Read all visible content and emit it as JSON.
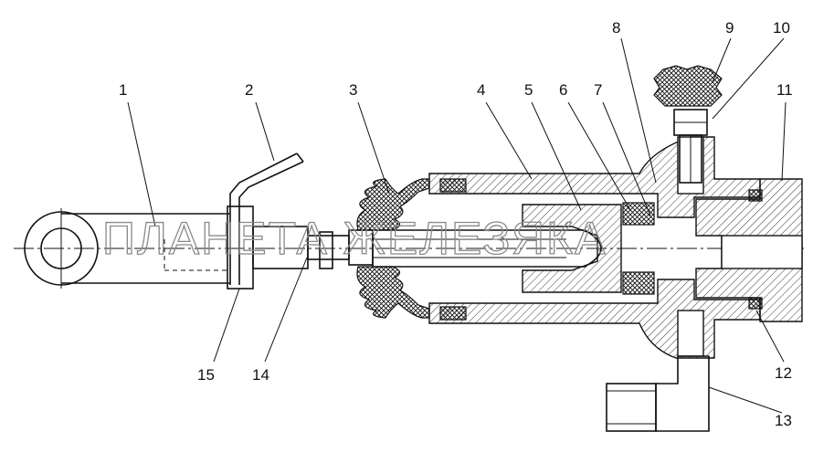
{
  "diagram": {
    "callouts": [
      "1",
      "2",
      "3",
      "4",
      "5",
      "6",
      "7",
      "8",
      "9",
      "10",
      "11",
      "12",
      "13",
      "14",
      "15"
    ],
    "watermark": "ПЛАНЕТА ЖЕЛЕЗЯКА"
  }
}
